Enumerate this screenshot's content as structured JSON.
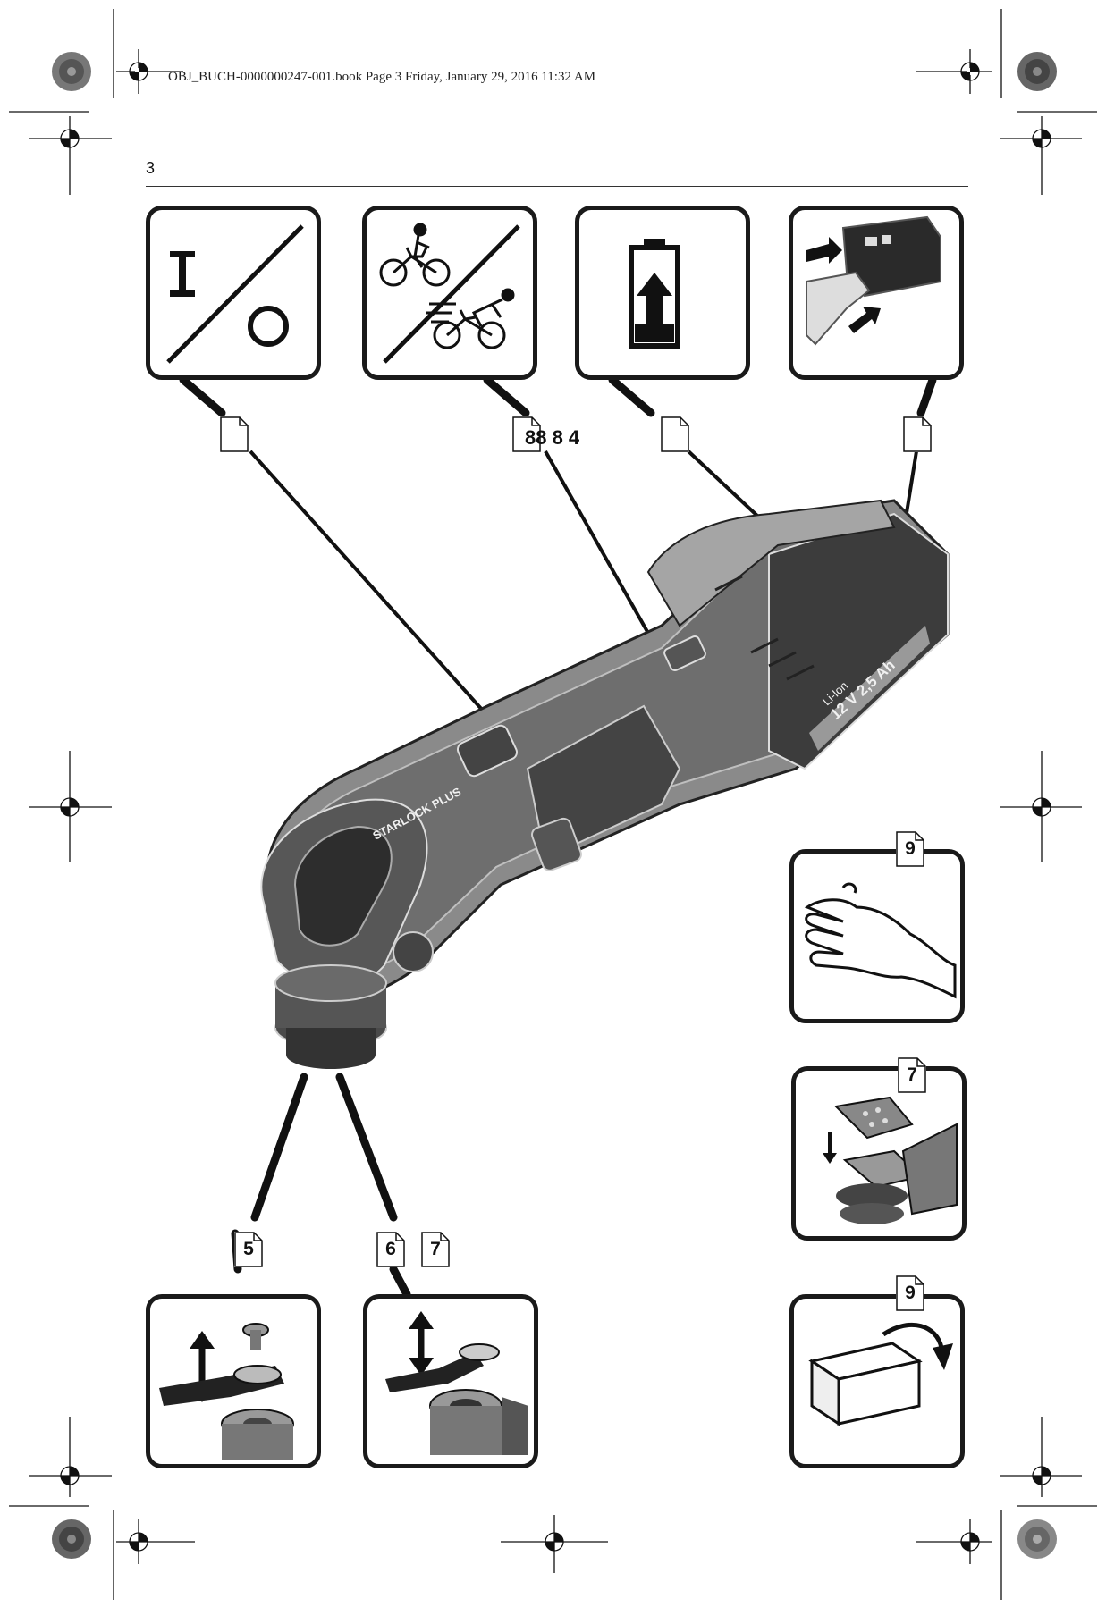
{
  "header": {
    "slug": "OBJ_BUCH-0000000247-001.book  Page 3  Friday, January 29, 2016  11:32 AM",
    "page_number": "3"
  },
  "callouts": {
    "speed_wheel": "88 8 4",
    "blade_attach": "5",
    "blade_attach_alt_a": "6",
    "blade_attach_alt_b": "7",
    "hand_panel": "9",
    "sanding_panel": "7",
    "box_panel": "9"
  },
  "battery_label": {
    "line1": "Li-Ion",
    "line2": "12 V  2,5 Ah"
  },
  "tool_brand": {
    "text": "STARLOCK PLUS"
  },
  "icons": {
    "onoff": "on-off-switch-icon",
    "speed": "cyclist-speed-icon",
    "charge": "battery-charge-icon",
    "battery_removal": "battery-removal-icon"
  }
}
